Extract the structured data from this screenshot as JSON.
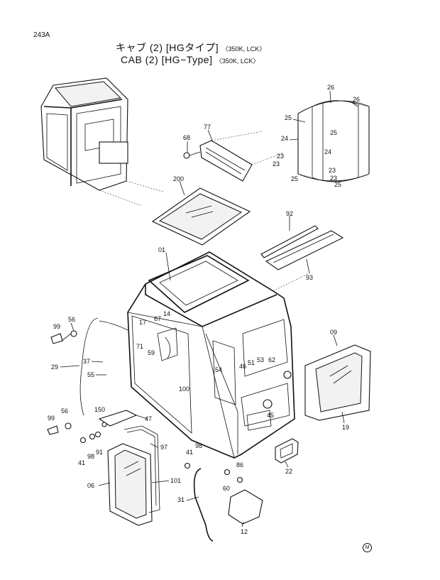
{
  "page_code": "243A",
  "title_jp": {
    "main": "キャブ (2) [HGタイプ]",
    "sub": "〈350K, LCK〉"
  },
  "title_en": {
    "main": "CAB (2) [HG−Type]",
    "sub": "〈350K, LCK〉"
  },
  "callouts": [
    "26",
    "26",
    "25",
    "25",
    "24",
    "24",
    "23",
    "23",
    "23",
    "23",
    "25",
    "25",
    "68",
    "77",
    "200",
    "92",
    "93",
    "01",
    "56",
    "99",
    "67",
    "14",
    "17",
    "71",
    "59",
    "37",
    "55",
    "29",
    "100",
    "54",
    "46",
    "51",
    "53",
    "62",
    "45",
    "09",
    "19",
    "150",
    "47",
    "56",
    "99",
    "98",
    "91",
    "41",
    "97",
    "06",
    "101",
    "41",
    "98",
    "86",
    "60",
    "31",
    "12",
    "22"
  ],
  "corner_mark": "M"
}
